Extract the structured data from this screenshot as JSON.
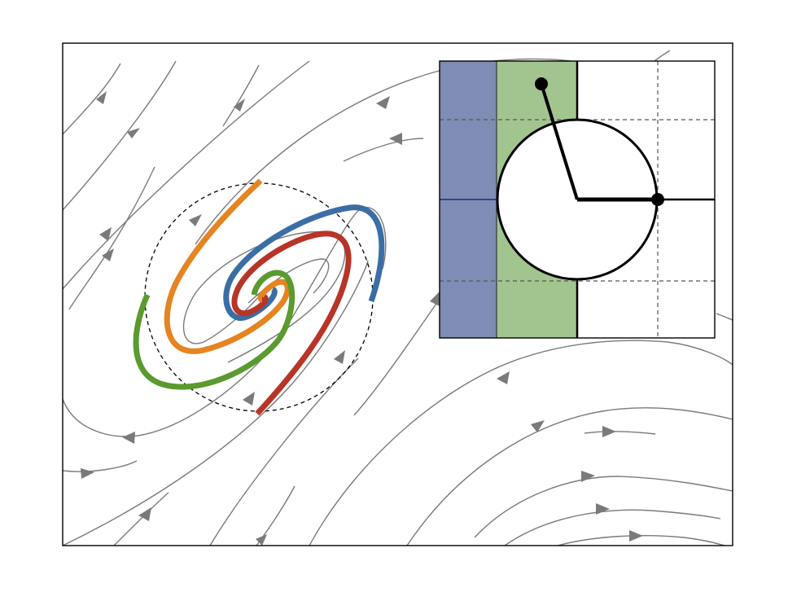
{
  "figure": {
    "description_type": "phase-portrait-with-inset-pendulum",
    "colors": {
      "streamline": "#7a7a7a",
      "trajectory_blue": "#3a6ea5",
      "trajectory_red": "#b83427",
      "trajectory_orange": "#e58420",
      "trajectory_green": "#5a9a2e",
      "region_blue": "#7f8db4",
      "region_green": "#a2c590",
      "dashed_circle": "#000000",
      "frame": "#000000"
    },
    "trajectories": [
      {
        "name": "blue"
      },
      {
        "name": "red"
      },
      {
        "name": "orange"
      },
      {
        "name": "green"
      }
    ],
    "inset": {
      "content": "double-pendulum-on-grid",
      "regions": [
        "blue",
        "green"
      ]
    }
  }
}
